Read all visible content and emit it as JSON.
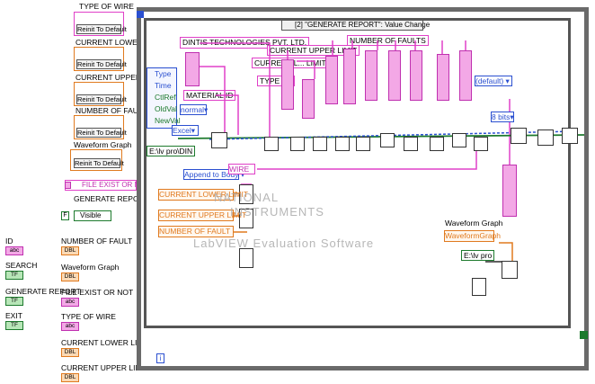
{
  "left_panel": {
    "controls": [
      {
        "label": "TYPE OF WIRE",
        "button": "Reinit To Default"
      },
      {
        "label": "CURRENT LOWER LIMIT",
        "button": "Reinit To Default"
      },
      {
        "label": "CURRENT UPPER LIMIT",
        "button": "Reinit To Default"
      },
      {
        "label": "NUMBER OF FAULT",
        "button": "Reinit To Default"
      },
      {
        "label": "Waveform Graph",
        "button": "Reinit To Default"
      }
    ],
    "file_exist_node": "FILE EXIST OR NOT",
    "generate_report_label": "GENERATE REPORT",
    "visible_prop": "Visible",
    "terminals_left": [
      {
        "label": "ID",
        "tag": "abc"
      },
      {
        "label": "SEARCH",
        "tag": "TF"
      },
      {
        "label": "GENERATE REPORT",
        "tag": "TF"
      },
      {
        "label": "EXIT",
        "tag": "TF"
      }
    ],
    "terminals_right": [
      {
        "label": "NUMBER OF FAULT",
        "tag": "DBL"
      },
      {
        "label": "Waveform Graph",
        "tag": "DBL"
      },
      {
        "label": "FILE EXIST OR NOT",
        "tag": "abc"
      },
      {
        "label": "TYPE OF WIRE",
        "tag": "abc"
      },
      {
        "label": "CURRENT LOWER LIMIT",
        "tag": "DBL"
      },
      {
        "label": "CURRENT UPPER LIMIT",
        "tag": "DBL"
      }
    ]
  },
  "diagram": {
    "loop_index": "i",
    "event_header": "[2] \"GENERATE REPORT\": Value Change",
    "event_data": [
      "Type",
      "Time",
      "CtlRef",
      "OldVal",
      "NewVal"
    ],
    "company": "DINTIS TECHNOLOGIES PVT. LTD.",
    "material_id": "MATERIAL ID",
    "normal": "normal",
    "excel": "Excel",
    "path": "E:\\lv pro\\DIN",
    "type_of": "TYPE OF",
    "current_upper": "CURRENT UPPER LIMIT",
    "current_lower": "CURRENT L... LIMIT",
    "number_of_faults": "NUMBER OF FAULTS",
    "default_case": "(default)",
    "bits": "8 bits",
    "append_to_body": "Append to Body",
    "wire_prop": "WIRE",
    "cur_lower_node": "CURRENT LOWER LIMIT",
    "cur_upper_node": "CURRENT UPPER LIMIT",
    "num_fault_node": "NUMBER OF FAULT",
    "waveform_label": "Waveform Graph",
    "waveform_node": "WaveformGraph",
    "path2": "E:\\lv pro",
    "watermark_1": "NATIONAL",
    "watermark_2": "INSTRUMENTS",
    "watermark_3": "LabVIEW Evaluation Software"
  },
  "colors": {
    "pink": "#e040c8",
    "blue": "#2a4fd0",
    "orange": "#e07a1f",
    "green": "#1d7a2d",
    "frame": "#6a6a6a"
  }
}
